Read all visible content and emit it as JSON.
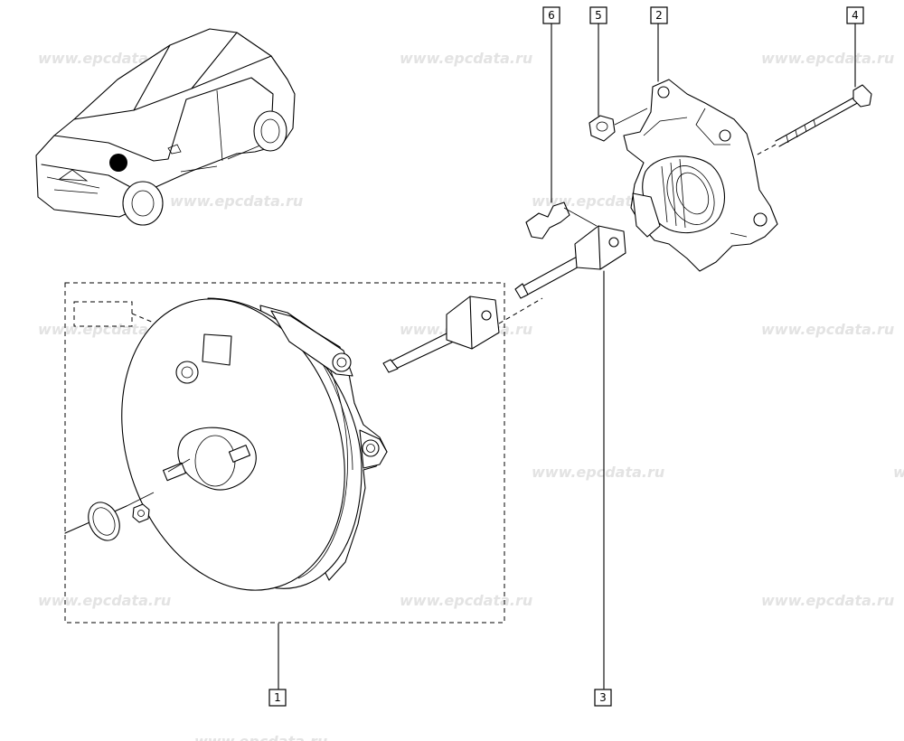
{
  "watermark": {
    "text": "www.epcdata.ru"
  },
  "callouts": [
    {
      "id": "1",
      "label": "1"
    },
    {
      "id": "2",
      "label": "2"
    },
    {
      "id": "3",
      "label": "3"
    },
    {
      "id": "4",
      "label": "4"
    },
    {
      "id": "5",
      "label": "5"
    },
    {
      "id": "6",
      "label": "6"
    }
  ],
  "colors": {
    "line": "#000000",
    "watermark": "#e3e3e3",
    "background": "#ffffff"
  }
}
